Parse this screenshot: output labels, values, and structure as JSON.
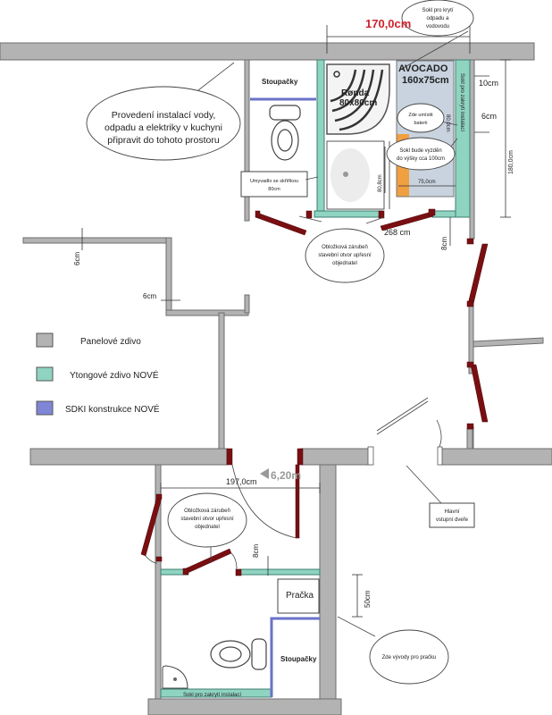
{
  "title": "Půdorys – koupelna, WC, chodba",
  "colors": {
    "panel_wall": "#b3b3b3",
    "ytong_wall": "#8fd3c1",
    "sdk_wall": "#7f86d6",
    "door": "#7a0f12",
    "red_dimension": "#d0212a",
    "tub_orange": "#f0a040"
  },
  "legend": [
    {
      "key": "panel",
      "label": "Panelové zdivo"
    },
    {
      "key": "ytong",
      "label": "Ytongové zdivo NOVÉ"
    },
    {
      "key": "sdk",
      "label": "SDKI konstrukce NOVÉ"
    }
  ],
  "dimensions": {
    "top_width": "170,0cm",
    "d_10cm": "10cm",
    "d_6cm_right": "6cm",
    "d_180cm": "180,0cm",
    "d_80cm_tub": "80,0cm",
    "d_75cm": "75,0cm",
    "d_808cm": "80,8cm",
    "d_268cm": "268 cm",
    "d_8cm_top": "8cm",
    "d_6cm_a": "6cm",
    "d_6cm_b": "6cm",
    "d_197cm": "197,0cm",
    "d_620m": "6,20m",
    "d_8cm_bottom": "8cm",
    "d_50cm": "50cm"
  },
  "rooms": {
    "stoupacky_top": "Stoupačky",
    "shower_name": "Rønda",
    "shower_size": "80x80cm",
    "tub_name": "AVOCADO",
    "tub_size": "160x75cm",
    "pracka": "Pračka",
    "stoupacky_bottom": "Stoupačky",
    "sokl_bottom": "Sokl pro zakrytí instalací",
    "sokl_vertical": "Sokl pro zakrytí instalací"
  },
  "callouts": {
    "kitchen": [
      "Provedení instalací vody,",
      "odpadu a elektriky v kuchyni",
      "připravit do tohoto prostoru"
    ],
    "sokl_top": [
      "Sokl pro krytí",
      "odpadu a",
      "vodovodu"
    ],
    "baterie": [
      "Zde umístit",
      "baterii"
    ],
    "sokl_tiles": [
      "Sokl bude vyzděn",
      "do výšky cca 100cm"
    ],
    "umyvadlo": [
      "Umyvadlo se skříňkou",
      "80cm"
    ],
    "zarube_top": [
      "Obložková zárubeň",
      "stavební otvor upřesní",
      "objednatel"
    ],
    "zarube_bottom": [
      "Obložková zárubeň",
      "stavební otvor upřesní",
      "objednatel"
    ],
    "hlavni_dvere": [
      "Hlavní",
      "vstupní dveře"
    ],
    "pracka_vyvody": [
      "Zde vývody pro pračku"
    ]
  }
}
